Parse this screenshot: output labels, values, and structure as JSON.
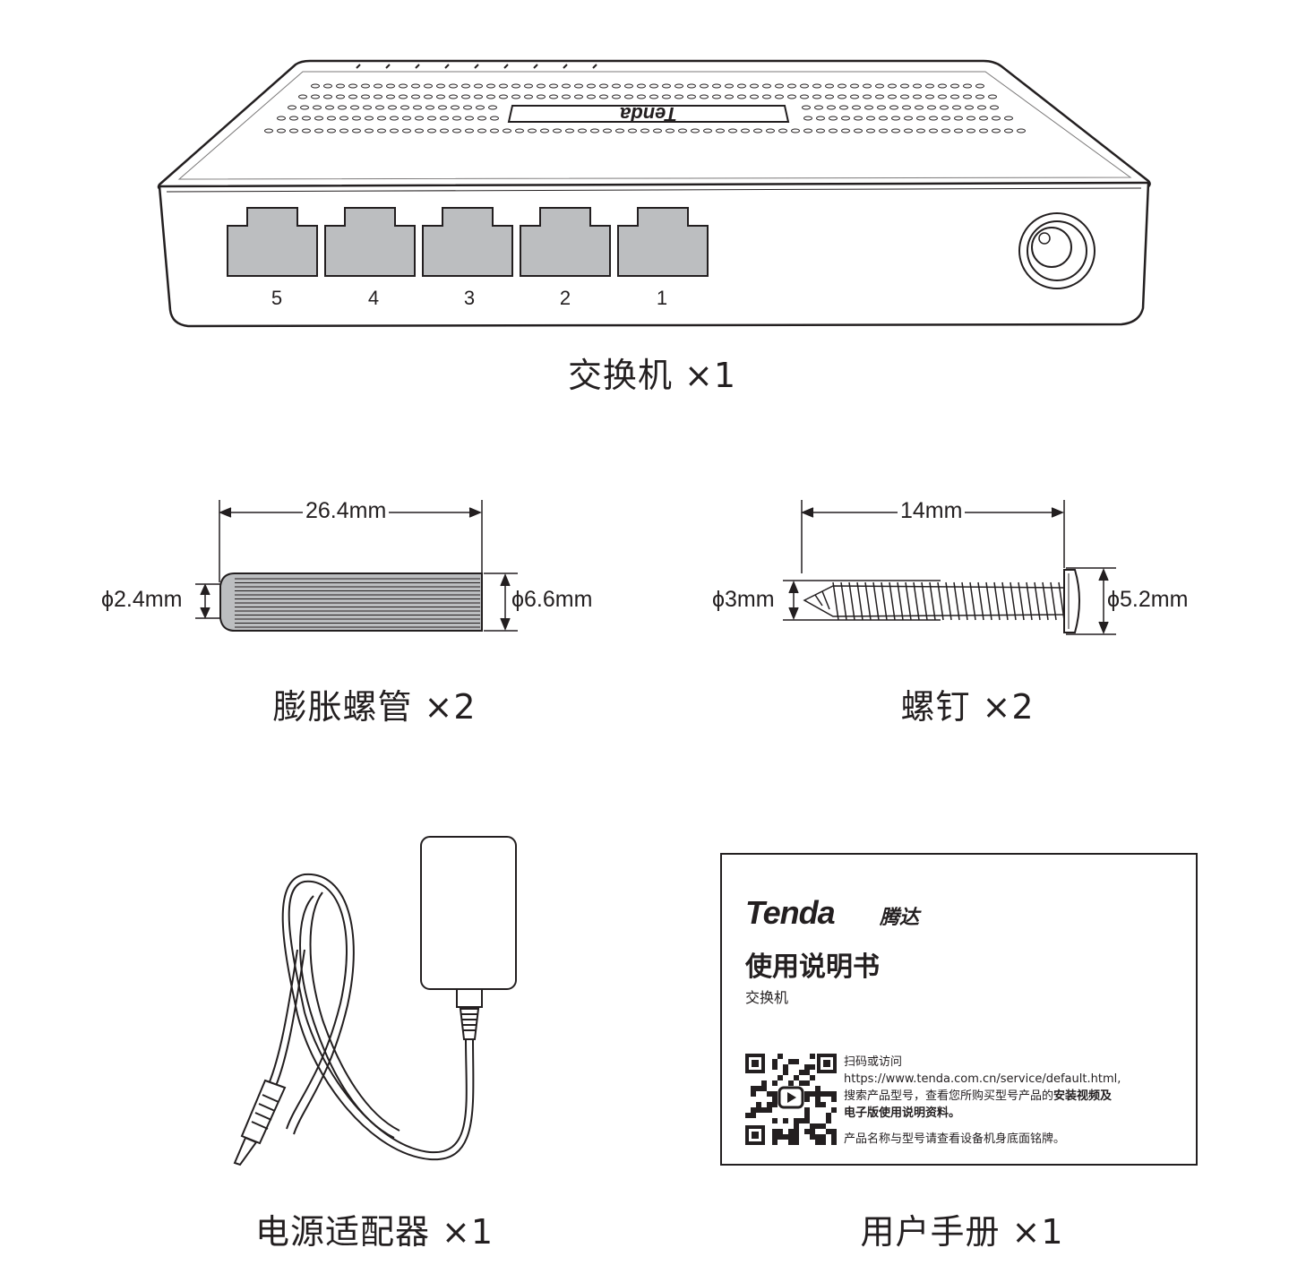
{
  "switch": {
    "logo": "Tenda",
    "port_labels": [
      "5",
      "4",
      "3",
      "2",
      "1"
    ],
    "caption": "交换机 ×1"
  },
  "anchor": {
    "length": "26.4mm",
    "tip_diameter": "ϕ2.4mm",
    "body_diameter": "ϕ6.6mm",
    "caption": "膨胀螺管 ×2"
  },
  "screw": {
    "length": "14mm",
    "shaft_diameter": "ϕ3mm",
    "head_diameter": "ϕ5.2mm",
    "caption": "螺钉 ×2"
  },
  "adapter": {
    "caption": "电源适配器 ×1"
  },
  "manual": {
    "brand": "Tenda",
    "brand_cn": "腾达",
    "title": "使用说明书",
    "subtitle": "交换机",
    "line1": "扫码或访问",
    "line2": "https://www.tenda.com.cn/service/default.html,",
    "line3_a": "搜索产品型号，查看您所购买型号产品的",
    "line3_b": "安装视频及",
    "line4": "电子版使用说明资料。",
    "note": "产品名称与型号请查看设备机身底面铭牌。",
    "caption": "用户手册 ×1"
  }
}
